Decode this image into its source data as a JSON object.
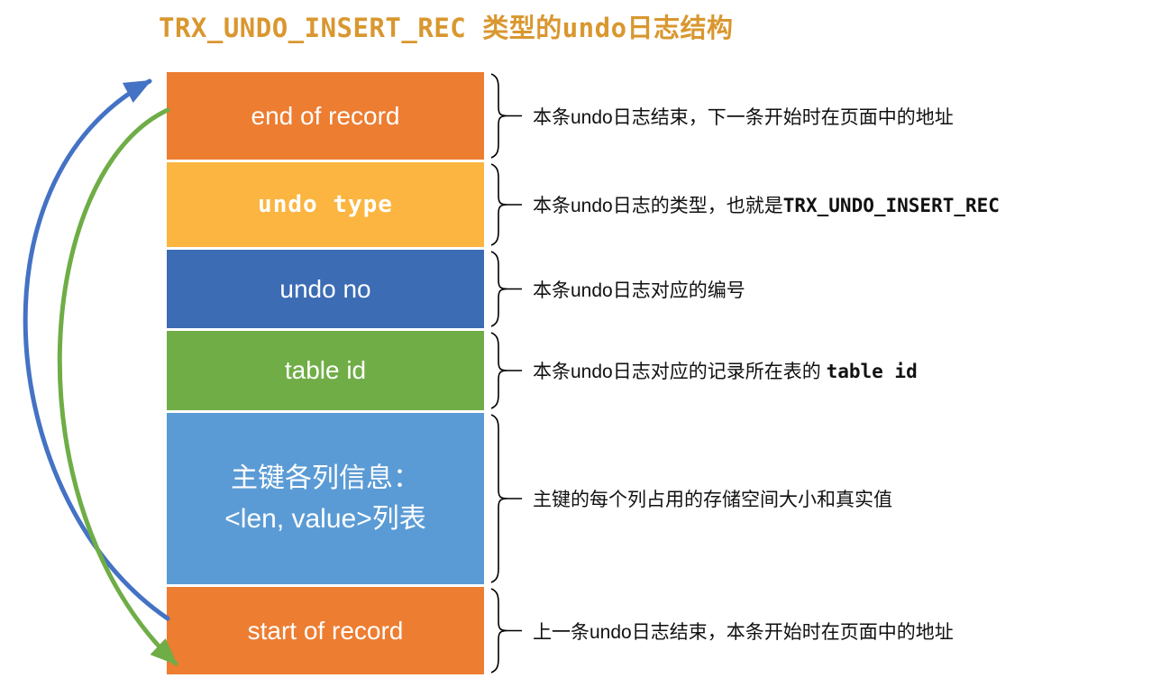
{
  "title": "TRX_UNDO_INSERT_REC 类型的undo日志结构",
  "colors": {
    "title": "#D9972F",
    "box_orange": "#ED7D31",
    "box_yellow": "#FBB540",
    "box_blue": "#3C6CB4",
    "box_green": "#70AD47",
    "box_light_blue": "#5B9BD5"
  },
  "fields": [
    {
      "label": "end of record",
      "color": "#ED7D31",
      "desc": "本条undo日志结束，下一条开始时在页面中的地址",
      "desc_code": ""
    },
    {
      "label": "undo type",
      "color": "#FBB540",
      "desc": "本条undo日志的类型，也就是",
      "desc_code": "TRX_UNDO_INSERT_REC"
    },
    {
      "label": "undo no",
      "color": "#3C6CB4",
      "desc": "本条undo日志对应的编号",
      "desc_code": ""
    },
    {
      "label": "table id",
      "color": "#70AD47",
      "desc": "本条undo日志对应的记录所在表的 ",
      "desc_code": "table id"
    },
    {
      "label": "主键各列信息：\n<len, value>列表",
      "color": "#5B9BD5",
      "desc": "主键的每个列占用的存储空间大小和真实值",
      "desc_code": ""
    },
    {
      "label": "start of record",
      "color": "#ED7D31",
      "desc": "上一条undo日志结束，本条开始时在页面中的地址",
      "desc_code": ""
    }
  ],
  "arrows": [
    {
      "name": "blue-arrow",
      "color": "#4472C4"
    },
    {
      "name": "green-arrow",
      "color": "#6FAD47"
    }
  ]
}
